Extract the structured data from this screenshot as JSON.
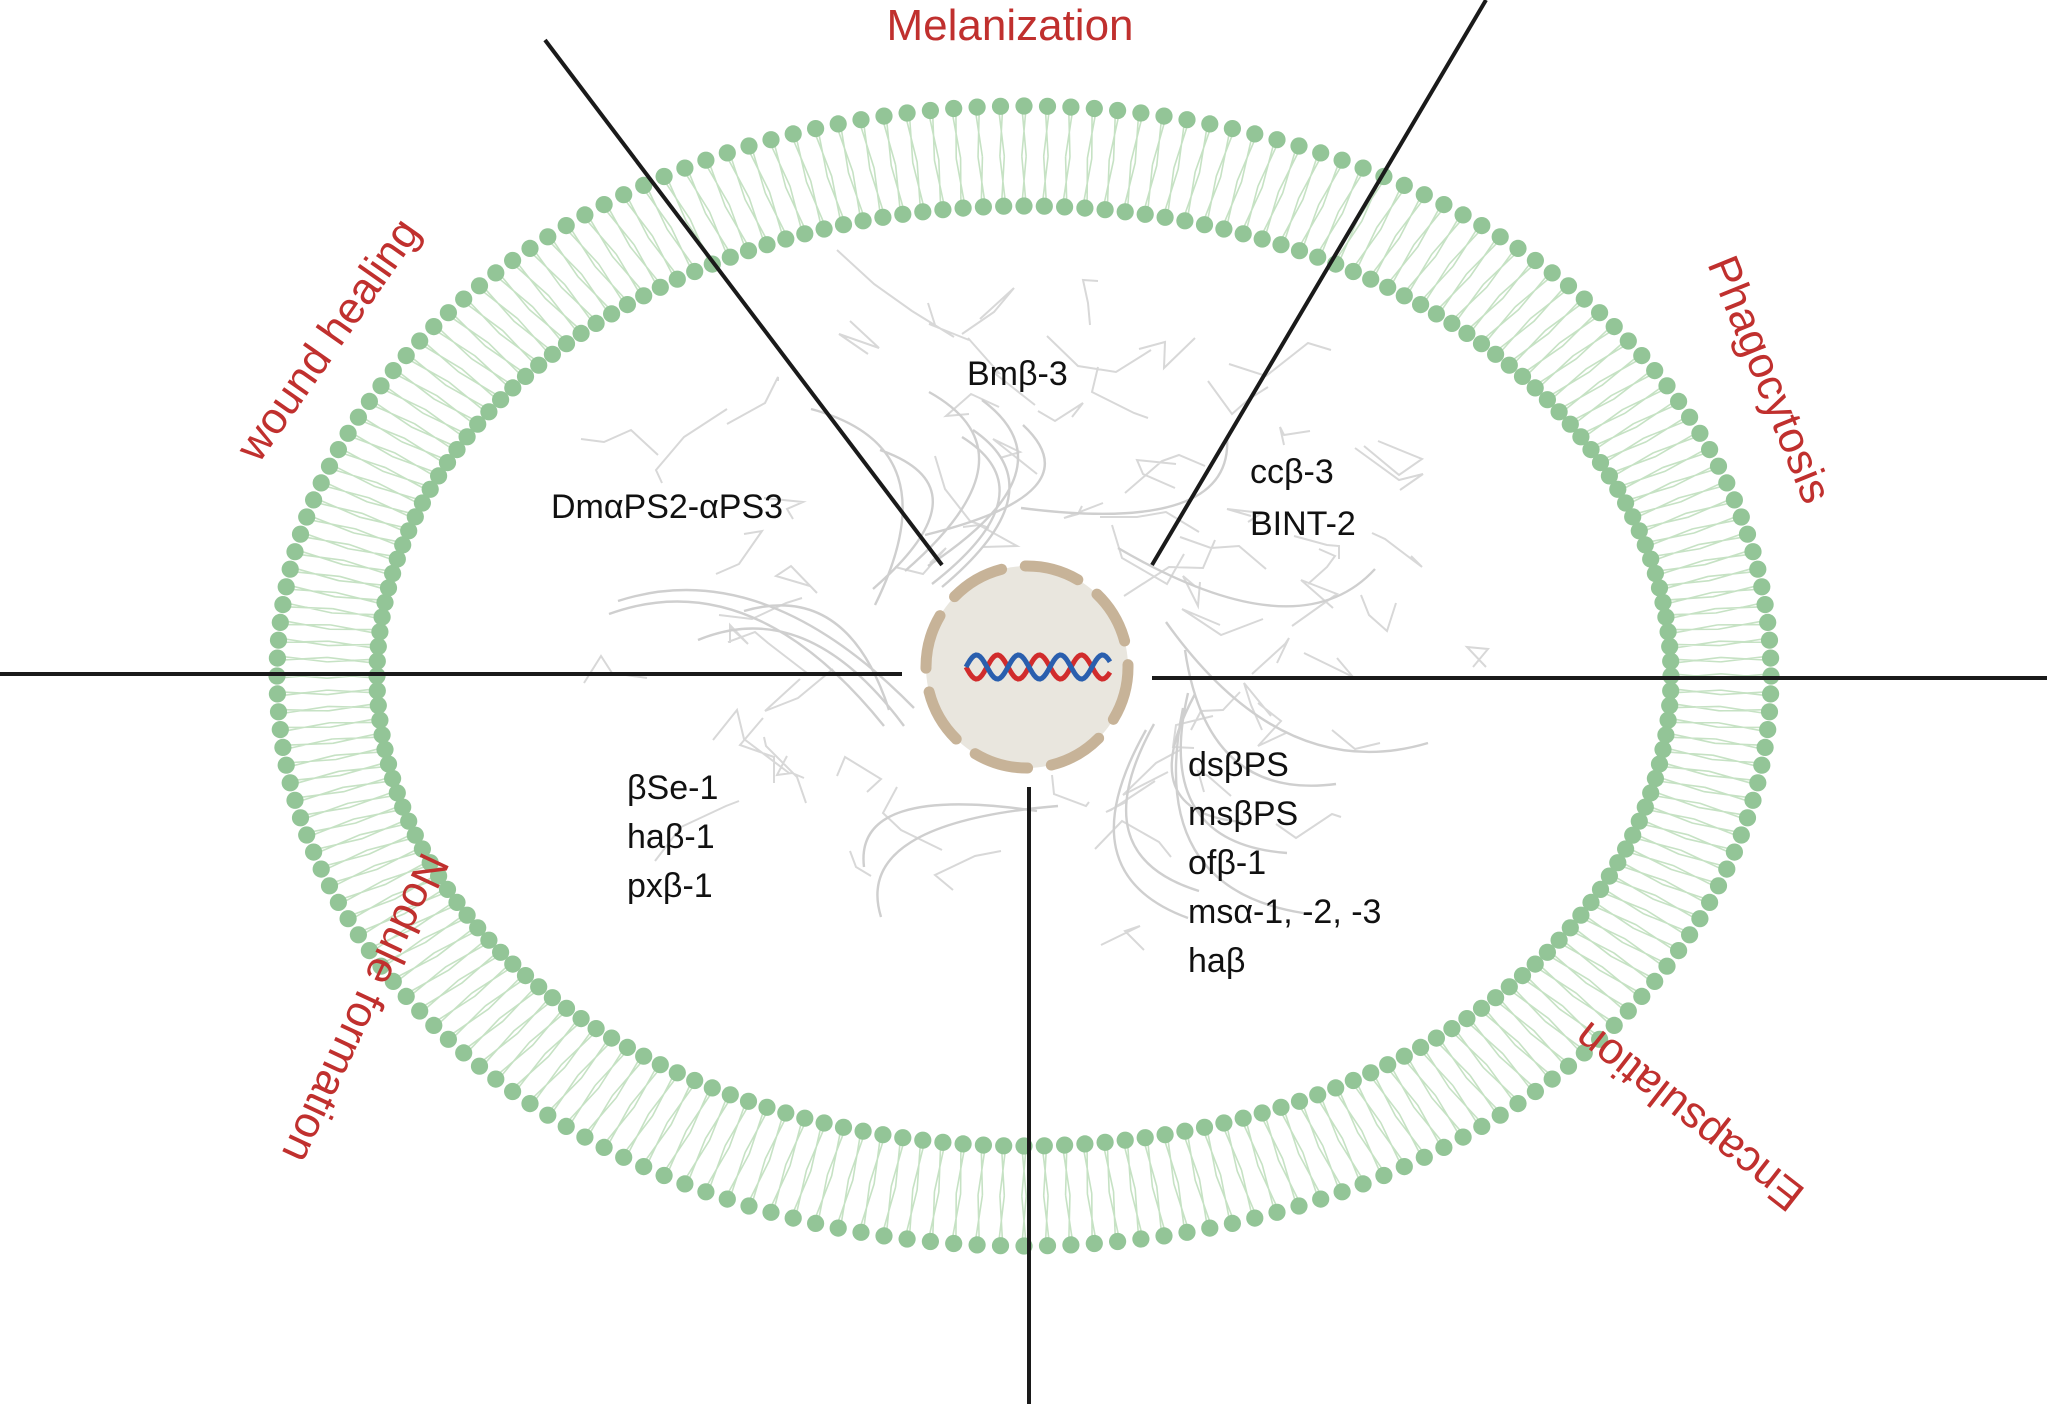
{
  "colors": {
    "membrane_head": "#93c597",
    "membrane_tail": "#c6e2c4",
    "role_text": "#c0302e",
    "gene_text": "#111111",
    "nucleus_fill": "#e9e6de",
    "nucleus_rim": "#c7b398",
    "dna_red": "#d12c2c",
    "dna_blue": "#2a5fae",
    "cytoskeleton": "#d8d8d8"
  },
  "roles": {
    "top": "Melanization",
    "upper_right": "Phagocytosis",
    "lower_right": "Encapsulation",
    "lower_left": "Nodule formation",
    "upper_left": "wound healing"
  },
  "sectors": {
    "top": [
      "Bmβ-3"
    ],
    "upper_left": [
      "DmαPS2-αPS3"
    ],
    "upper_right": [
      "ccβ-3",
      "BINT-2"
    ],
    "lower_left": [
      "βSe-1",
      "haβ-1",
      "pxβ-1"
    ],
    "lower_right": [
      "dsβPS",
      "msβPS",
      "ofβ-1",
      "msα-1, -2, -3",
      "haβ"
    ]
  },
  "icons": {
    "membrane": "lipid-bilayer-icon",
    "nucleus": "nucleus-icon",
    "dna": "dna-double-helix-icon"
  }
}
